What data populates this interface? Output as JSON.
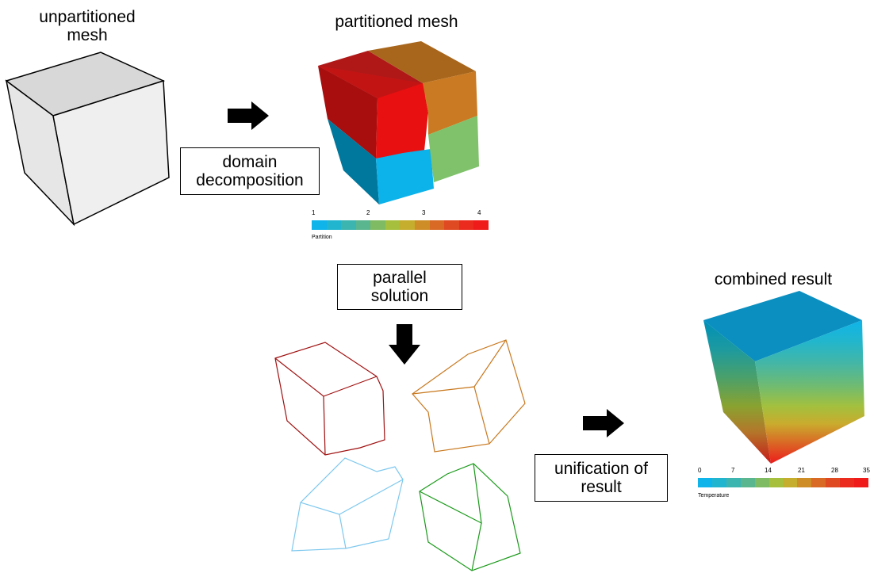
{
  "labels": {
    "unpartitioned": "unpartitioned\nmesh",
    "partitioned": "partitioned mesh",
    "combined": "combined result"
  },
  "steps": {
    "domain_decomposition": "domain\ndecomposition",
    "parallel_solution": "parallel\nsolution",
    "unification": "unification of\nresult"
  },
  "partition_colorbar": {
    "title": "Partition",
    "ticks": [
      "1",
      "2",
      "3",
      "4"
    ],
    "colors": [
      "#0fb4ea",
      "#22b5d0",
      "#3cb4b0",
      "#5ab68e",
      "#7fbb62",
      "#a6bf3c",
      "#c5ad2e",
      "#cf8d28",
      "#d86a26",
      "#e04a22",
      "#ea2b1e",
      "#ef1b1b"
    ]
  },
  "temperature_colorbar": {
    "title": "Temperature",
    "ticks": [
      "0",
      "7",
      "14",
      "21",
      "28",
      "35"
    ],
    "colors": [
      "#0fb4ea",
      "#22b5d0",
      "#3cb4b0",
      "#5ab68e",
      "#7fbb62",
      "#a6bf3c",
      "#c5ad2e",
      "#cf8d28",
      "#d86a26",
      "#e04a22",
      "#ea2b1e",
      "#ef1b1b"
    ]
  },
  "partition_colors": {
    "red": "#e81010",
    "orange": "#c97a22",
    "blue": "#0cb2ea",
    "green": "#7fc26b"
  }
}
